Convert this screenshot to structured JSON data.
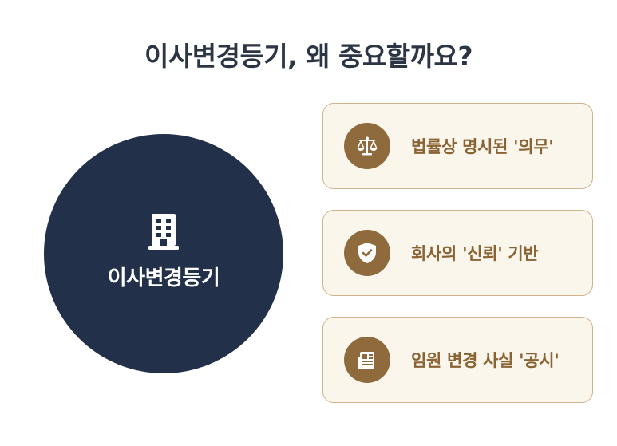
{
  "title": "이사변경등기, 왜 중요할까요?",
  "center": {
    "label": "이사변경등기",
    "icon": "building-icon",
    "color": "#22304a"
  },
  "points": [
    {
      "label": "법률상 명시된 '의무'",
      "icon": "scale-icon"
    },
    {
      "label": "회사의 '신뢰' 기반",
      "icon": "shield-check-icon"
    },
    {
      "label": "임원 변경 사실 '공시'",
      "icon": "newspaper-icon"
    }
  ],
  "colors": {
    "title": "#2b3544",
    "accent": "#8e6a3d",
    "card_background": "#fbf6ec",
    "card_border": "#cfb38c"
  }
}
